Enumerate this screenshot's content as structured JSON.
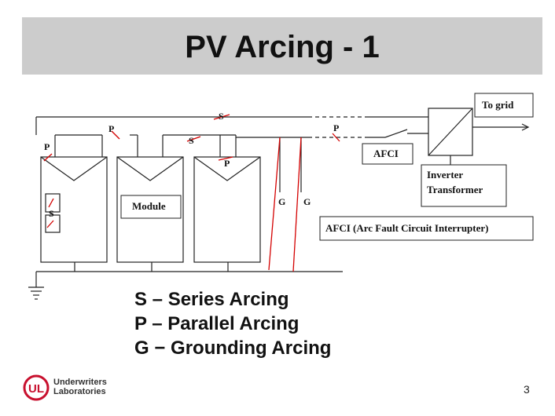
{
  "title": "PV Arcing - 1",
  "labels": {
    "to_grid": "To grid",
    "afci": "AFCI",
    "inverter_line1": "Inverter",
    "inverter_line2": "Transformer",
    "afci_full": "AFCI (Arc Fault Circuit Interrupter)",
    "module": "Module"
  },
  "arc_markers": {
    "s_top": "S",
    "s_mid": "S",
    "s_module": "S",
    "p_left": "P",
    "p_upper": "P",
    "p_module3": "P",
    "p_right": "P",
    "g_left": "G",
    "g_right": "G"
  },
  "legend": [
    "S – Series Arcing",
    "P – Parallel Arcing",
    "G − Grounding Arcing"
  ],
  "logo": {
    "mark": "UL",
    "line1": "Underwriters",
    "line2": "Laboratories"
  },
  "page_number": "3",
  "colors": {
    "title_bar": "#cccccc",
    "arc": "#d40000",
    "logo_red": "#c8102e"
  }
}
